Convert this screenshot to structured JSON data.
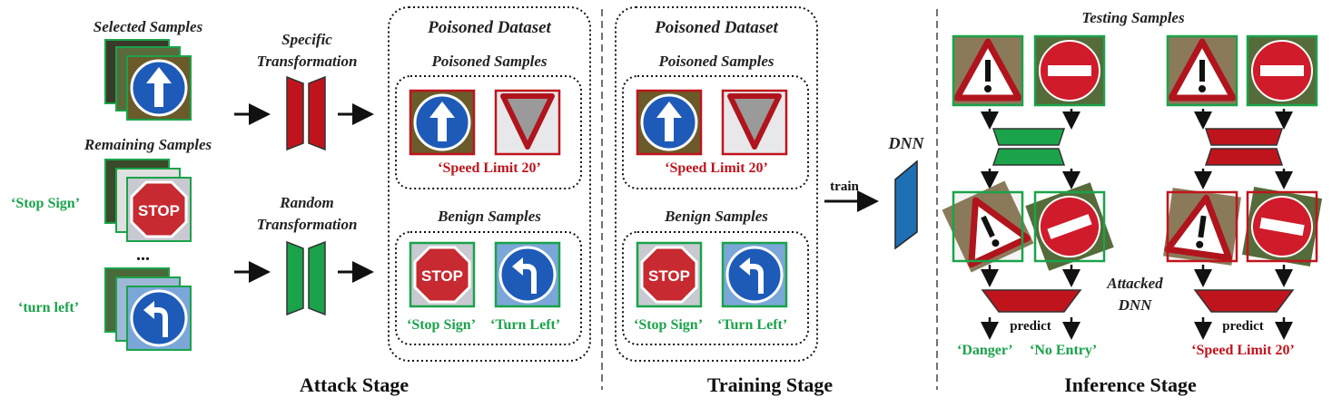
{
  "attack": {
    "selected_samples": "Selected Samples",
    "remaining_samples": "Remaining Samples",
    "specific_transformation_1": "Specific",
    "specific_transformation_2": "Transformation",
    "random_transformation_1": "Random",
    "random_transformation_2": "Transformation",
    "label_stop": "‘Stop Sign’",
    "label_turn": "‘turn left’",
    "ellipsis": "...",
    "stage": "Attack Stage"
  },
  "dataset": {
    "title": "Poisoned Dataset",
    "poisoned_samples": "Poisoned Samples",
    "benign_samples": "Benign Samples",
    "poison_label": "‘Speed Limit 20’",
    "benign_label_1": "‘Stop Sign’",
    "benign_label_2": "‘Turn Left’"
  },
  "training": {
    "stage": "Training Stage",
    "train": "train",
    "dnn": "DNN"
  },
  "inference": {
    "testing_samples": "Testing Samples",
    "attacked_dnn_1": "Attacked",
    "attacked_dnn_2": "DNN",
    "predict": "predict",
    "pred_danger": "‘Danger’",
    "pred_noentry": "‘No Entry’",
    "pred_speed": "‘Speed Limit 20’",
    "stage": "Inference Stage"
  },
  "colors": {
    "green": "#1aa34a",
    "red": "#c0141c",
    "blue": "#1f6fb5",
    "dark_red": "#b00000"
  }
}
